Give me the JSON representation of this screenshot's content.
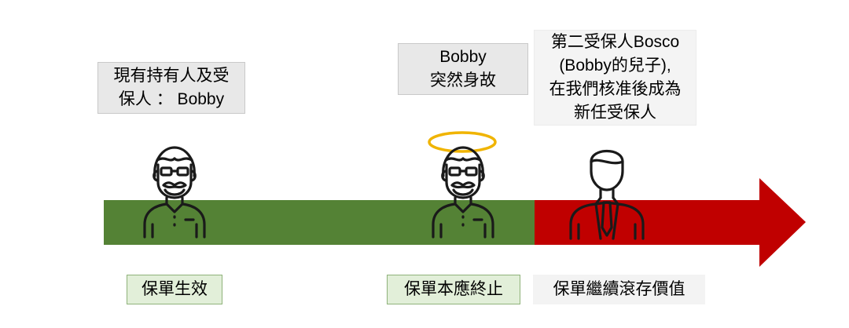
{
  "colors": {
    "active_bar": "#548235",
    "post_death_bar": "#c00000",
    "halo": "#f0b400",
    "figure_stroke": "#1a1a1a",
    "label_green_bg": "#e2efd9",
    "label_grey_bg": "#e8e8e8"
  },
  "labels": {
    "current_holder": "現有持有人及受\n保人 ： Bobby",
    "death_event": "Bobby\n突然身故",
    "successor": "第二受保人Bosco\n(Bobby的兒子),\n在我們核准後成為\n新任受保人",
    "policy_effective": "保單生效",
    "policy_would_end": "保單本應終止",
    "policy_continues": "保單繼續滾存價值"
  },
  "icons": {
    "current_holder": "old-man-icon",
    "deceased": "old-man-with-halo-icon",
    "successor": "businessman-icon"
  }
}
